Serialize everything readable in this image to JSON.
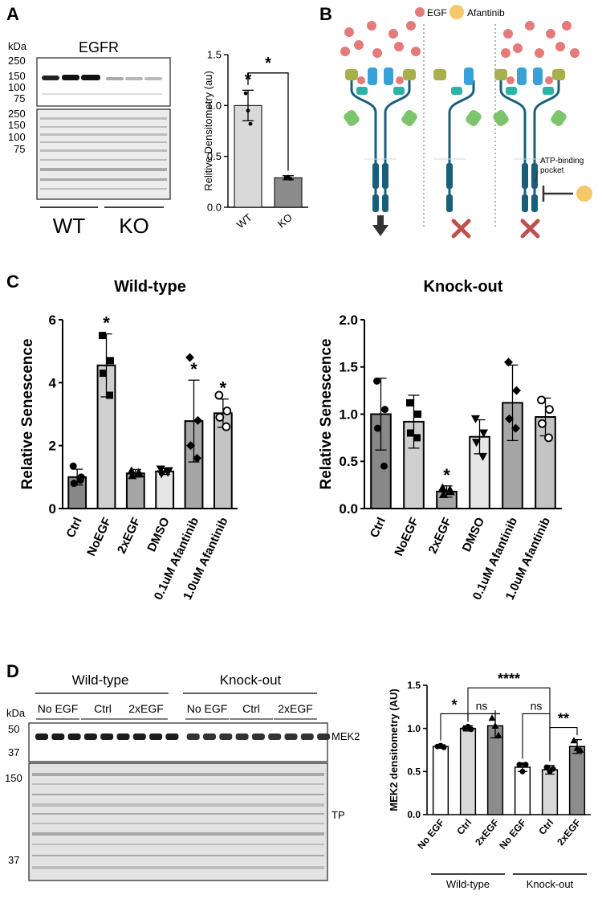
{
  "panels": {
    "A": {
      "letter": "A",
      "blot_title": "EGFR",
      "kda_label": "kDa",
      "top_ladder": [
        "250",
        "150",
        "100",
        "75"
      ],
      "bottom_ladder": [
        "250",
        "150",
        "100",
        "75"
      ],
      "groups": [
        "WT",
        "KO"
      ]
    },
    "B": {
      "letter": "B",
      "legend_egf": "EGF",
      "legend_afatinib": "Afantinib",
      "atp_label_line1": "ATP-binding",
      "atp_label_line2": "pocket",
      "colors": {
        "egf": "#e57a7a",
        "afatinib": "#f6c86a",
        "receptor": "#1a5f7a",
        "domain_blue": "#3aa0d8",
        "domain_teal": "#2bb3a6",
        "domain_green": "#7cc56c",
        "domain_olive": "#a8b04e",
        "cross": "#c0504d"
      }
    },
    "C": {
      "letter": "C"
    },
    "D": {
      "letter": "D",
      "wt_label": "Wild-type",
      "ko_label": "Knock-out",
      "lane_groups": [
        "No EGF",
        "Ctrl",
        "2xEGF",
        "No EGF",
        "Ctrl",
        "2xEGF"
      ],
      "kda_label": "kDa",
      "ladder_top": [
        "50",
        "37"
      ],
      "ladder_bottom": [
        "150",
        "37"
      ],
      "band_label_mek2": "MEK2",
      "band_label_tp": "TP"
    }
  },
  "chart_data": [
    {
      "id": "A-bar",
      "type": "bar",
      "categories": [
        "WT",
        "KO"
      ],
      "values": [
        1.0,
        0.29
      ],
      "errors": [
        0.15,
        0.02
      ],
      "points": [
        [
          1.12,
          0.95,
          0.82
        ],
        [
          0.29,
          0.3,
          0.28
        ]
      ],
      "bar_colors": [
        "#d9d9d9",
        "#8c8c8c"
      ],
      "ylabel": "Relitive Densitometry (au)",
      "ylim": [
        0,
        1.5
      ],
      "yticks": [
        "0.0",
        "0.5",
        "1.0",
        "1.5"
      ],
      "significance": [
        "*"
      ]
    },
    {
      "id": "C-wt",
      "type": "bar",
      "title": "Wild-type",
      "categories": [
        "Ctrl",
        "NoEGF",
        "2xEGF",
        "DMSO",
        "0.1uM Afantinib",
        "1.0uM Afantinib"
      ],
      "values": [
        1.0,
        4.55,
        1.12,
        1.18,
        2.78,
        3.03
      ],
      "errors": [
        0.25,
        1.0,
        0.12,
        0.1,
        1.3,
        0.45
      ],
      "points": [
        [
          1.35,
          1.0,
          0.8,
          0.9
        ],
        [
          5.5,
          4.7,
          4.3,
          3.6
        ],
        [
          1.2,
          1.1,
          1.05,
          1.15
        ],
        [
          1.25,
          1.2,
          1.1,
          1.15
        ],
        [
          4.8,
          2.8,
          2.0,
          1.6
        ],
        [
          3.6,
          3.1,
          2.9,
          2.6
        ]
      ],
      "bar_colors": [
        "#888888",
        "#cfcfcf",
        "#a6a6a6",
        "#e6e6e6",
        "#a6a6a6",
        "#c4c4c4"
      ],
      "ylabel": "Relative Senescence",
      "ylim": [
        0,
        6
      ],
      "yticks": [
        "0",
        "2",
        "4",
        "6"
      ],
      "significance": [
        "",
        "*",
        "",
        "",
        "*",
        "*"
      ]
    },
    {
      "id": "C-ko",
      "type": "bar",
      "title": "Knock-out",
      "categories": [
        "Ctrl",
        "NoEGF",
        "2xEGF",
        "DMSO",
        "0.1uM Afantinib",
        "1.0uM Afantinib"
      ],
      "values": [
        1.0,
        0.92,
        0.18,
        0.76,
        1.12,
        0.97
      ],
      "errors": [
        0.38,
        0.28,
        0.06,
        0.18,
        0.4,
        0.2
      ],
      "points": [
        [
          1.35,
          1.05,
          0.85,
          0.45
        ],
        [
          1.12,
          1.0,
          0.8,
          0.75
        ],
        [
          0.22,
          0.18,
          0.15,
          0.2
        ],
        [
          0.95,
          0.8,
          0.7,
          0.55
        ],
        [
          1.55,
          1.25,
          0.95,
          0.85
        ],
        [
          1.15,
          1.05,
          0.9,
          0.75
        ]
      ],
      "bar_colors": [
        "#888888",
        "#cfcfcf",
        "#a6a6a6",
        "#e6e6e6",
        "#a6a6a6",
        "#c4c4c4"
      ],
      "ylabel": "Relative Senescence",
      "ylim": [
        0,
        2
      ],
      "yticks": [
        "0.0",
        "0.5",
        "1.0",
        "1.5",
        "2.0"
      ],
      "significance": [
        "",
        "",
        "*",
        "",
        "",
        ""
      ]
    },
    {
      "id": "D-bar",
      "type": "bar",
      "categories": [
        "No EGF",
        "Ctrl",
        "2xEGF",
        "No EGF",
        "Ctrl",
        "2xEGF"
      ],
      "groups": [
        "Wild-type",
        "Knock-out"
      ],
      "values": [
        0.79,
        1.0,
        1.03,
        0.55,
        0.52,
        0.79
      ],
      "errors": [
        0.02,
        0.03,
        0.14,
        0.05,
        0.05,
        0.08
      ],
      "points": [
        [
          0.79,
          0.8,
          0.78
        ],
        [
          1.0,
          1.02,
          0.99
        ],
        [
          1.12,
          1.03,
          0.92
        ],
        [
          0.58,
          0.5,
          0.58
        ],
        [
          0.55,
          0.5,
          0.53
        ],
        [
          0.86,
          0.77,
          0.75
        ]
      ],
      "bar_colors": [
        "#ffffff",
        "#d9d9d9",
        "#8c8c8c",
        "#ffffff",
        "#d9d9d9",
        "#8c8c8c"
      ],
      "ylabel": "MEK2 densitometry (AU)",
      "ylim": [
        0,
        1.5
      ],
      "yticks": [
        "0.0",
        "0.5",
        "1.0",
        "1.5"
      ],
      "comparisons": [
        {
          "from": 0,
          "to": 1,
          "label": "*"
        },
        {
          "from": 1,
          "to": 2,
          "label": "ns"
        },
        {
          "from": 1,
          "to": 4,
          "label": "****"
        },
        {
          "from": 3,
          "to": 4,
          "label": "ns"
        },
        {
          "from": 4,
          "to": 5,
          "label": "**"
        }
      ]
    }
  ]
}
